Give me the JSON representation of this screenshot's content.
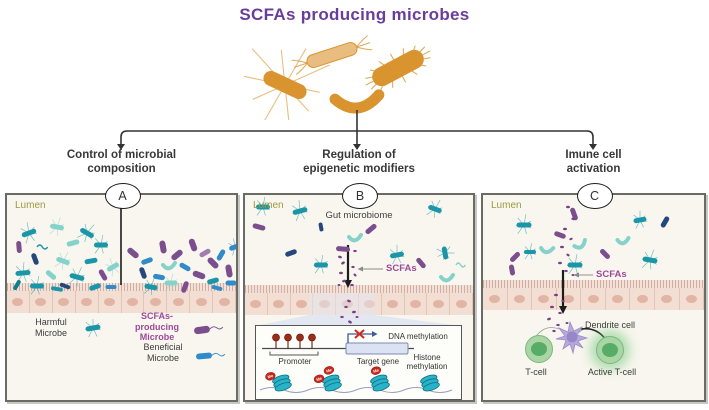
{
  "title": "SCFAs producing microbes",
  "branches": [
    {
      "id": "A",
      "heading": "Control of microbial\ncomposition"
    },
    {
      "id": "B",
      "heading": "Regulation of\nepigenetic modifiers"
    },
    {
      "id": "C",
      "heading": "Imune cell\nactivation"
    }
  ],
  "panels": {
    "a": {
      "lumen": "Lumen",
      "legend": [
        {
          "label": "Harmful\nMicrobe"
        },
        {
          "label": "SCFAs-\nproducing\nMicrobe"
        },
        {
          "label": "Beneficial\nMicrobe"
        }
      ]
    },
    "b": {
      "lumen": "Lumen",
      "gut_label": "Gut microbiome",
      "scfas": "SCFAs",
      "inset": {
        "dna": "DNA methylation",
        "promoter": "Promoter",
        "target": "Target gene",
        "histone": "Histone\nmethylation",
        "me": "Me"
      }
    },
    "c": {
      "lumen": "Lumen",
      "scfas": "SCFAs",
      "dendrite": "Dendrite cell",
      "tcell": "T-cell",
      "active_tcell": "Active T-cell"
    }
  },
  "colors": {
    "title": "#6a3d9c",
    "heading": "#383838",
    "lumen": "#9b9b3f",
    "scfa": "#9c4a9a",
    "panel_bg": "#f8f6ee",
    "cell": "#f3ded4",
    "nucleus": "#e2b4a4",
    "teal": "#1b96a8",
    "cyan": "#85d2cb",
    "dteal": "#0f7d8d",
    "purple": "#7b4e8e",
    "lpurple": "#a07cb0",
    "navy": "#27467e",
    "blue": "#2f8bc9",
    "orange": "#d9942f",
    "lorange": "#e9bd80",
    "scfadot": "#7a3f86",
    "tcell_fill": "#a9d6a4",
    "tcell_nucleus": "#57ad68",
    "dendrite_fill": "#b7a9da",
    "dendrite_nucleus": "#9887c7",
    "histone": "#2ab3c8",
    "histone_dark": "#0c6f81",
    "me_red": "#c9271b",
    "gene_box": "#dbe2f4",
    "lolli": "#9c2c17"
  },
  "microbes": {
    "top": [
      [
        "f2",
        55,
        55,
        46,
        15,
        25,
        "orange"
      ],
      [
        "caps",
        102,
        25,
        52,
        13,
        -18,
        "lorange"
      ],
      [
        "spiky",
        168,
        38,
        56,
        19,
        -28,
        "orange"
      ],
      [
        "c",
        127,
        68,
        44,
        11,
        -3,
        "orange"
      ]
    ],
    "a": [
      [
        "f",
        22,
        38,
        15,
        5,
        -20,
        "teal"
      ],
      [
        "f",
        50,
        32,
        14,
        5,
        10,
        "cyan"
      ],
      [
        "f",
        80,
        38,
        15,
        5,
        30,
        "teal"
      ],
      [
        "r",
        12,
        52,
        12,
        5,
        85,
        "purple"
      ],
      [
        "s",
        38,
        52,
        16,
        4,
        0,
        "teal"
      ],
      [
        "r",
        66,
        48,
        13,
        5,
        -15,
        "cyan"
      ],
      [
        "f",
        94,
        50,
        14,
        5,
        0,
        "teal"
      ],
      [
        "r",
        28,
        64,
        12,
        5,
        70,
        "navy"
      ],
      [
        "f",
        56,
        66,
        14,
        5,
        20,
        "cyan"
      ],
      [
        "r",
        84,
        66,
        13,
        5,
        -10,
        "teal"
      ],
      [
        "f",
        16,
        78,
        15,
        5,
        -5,
        "teal"
      ],
      [
        "r",
        44,
        80,
        12,
        5,
        40,
        "cyan"
      ],
      [
        "f",
        70,
        82,
        15,
        5,
        15,
        "teal"
      ],
      [
        "r",
        96,
        80,
        12,
        5,
        60,
        "purple"
      ],
      [
        "r",
        58,
        91,
        11,
        4,
        20,
        "navy"
      ],
      [
        "f",
        30,
        91,
        14,
        5,
        0,
        "teal"
      ],
      [
        "r",
        88,
        92,
        12,
        5,
        -20,
        "teal"
      ],
      [
        "f",
        106,
        72,
        13,
        5,
        -30,
        "cyan"
      ],
      [
        "r",
        10,
        90,
        11,
        4,
        -60,
        "dteal"
      ],
      [
        "r",
        50,
        94,
        12,
        4,
        10,
        "teal"
      ],
      [
        "r",
        104,
        92,
        11,
        4,
        0,
        "blue"
      ],
      [
        "r",
        126,
        58,
        13,
        6,
        40,
        "purple"
      ],
      [
        "r",
        140,
        66,
        12,
        5,
        -20,
        "blue"
      ],
      [
        "r",
        156,
        52,
        13,
        6,
        80,
        "purple"
      ],
      [
        "c",
        162,
        70,
        12,
        4,
        0,
        "cyan"
      ],
      [
        "r",
        136,
        78,
        12,
        5,
        70,
        "navy"
      ],
      [
        "r",
        152,
        82,
        12,
        5,
        10,
        "blue"
      ],
      [
        "r",
        170,
        60,
        13,
        6,
        -40,
        "purple"
      ],
      [
        "r",
        178,
        72,
        12,
        5,
        30,
        "blue"
      ],
      [
        "r",
        186,
        50,
        13,
        6,
        70,
        "purple"
      ],
      [
        "r",
        198,
        58,
        12,
        5,
        -30,
        "lpurple"
      ],
      [
        "r",
        206,
        68,
        13,
        6,
        45,
        "purple"
      ],
      [
        "r",
        214,
        60,
        12,
        5,
        -60,
        "blue"
      ],
      [
        "r",
        192,
        80,
        13,
        6,
        20,
        "purple"
      ],
      [
        "r",
        206,
        86,
        12,
        5,
        -15,
        "teal"
      ],
      [
        "r",
        222,
        76,
        13,
        6,
        80,
        "purple"
      ],
      [
        "r",
        224,
        88,
        11,
        5,
        0,
        "blue"
      ],
      [
        "f",
        164,
        88,
        13,
        5,
        0,
        "cyan"
      ],
      [
        "f",
        144,
        92,
        13,
        5,
        10,
        "teal"
      ],
      [
        "r",
        178,
        92,
        12,
        5,
        -70,
        "purple"
      ],
      [
        "r",
        210,
        93,
        11,
        4,
        15,
        "blue"
      ],
      [
        "f",
        228,
        52,
        12,
        5,
        -20,
        "blue"
      ]
    ],
    "b": [
      [
        "f",
        18,
        12,
        14,
        5,
        0,
        "teal"
      ],
      [
        "f",
        55,
        16,
        15,
        5,
        -15,
        "teal"
      ],
      [
        "r",
        14,
        32,
        13,
        5,
        15,
        "purple"
      ],
      [
        "r",
        76,
        32,
        9,
        4,
        80,
        "navy"
      ],
      [
        "c",
        110,
        42,
        12,
        4,
        0,
        "cyan"
      ],
      [
        "r",
        126,
        34,
        13,
        5,
        -40,
        "purple"
      ],
      [
        "f",
        190,
        14,
        14,
        5,
        20,
        "teal"
      ],
      [
        "f",
        200,
        58,
        13,
        5,
        80,
        "teal"
      ],
      [
        "r",
        46,
        58,
        12,
        5,
        -20,
        "navy"
      ],
      [
        "r",
        98,
        54,
        14,
        5,
        5,
        "purple"
      ],
      [
        "f",
        76,
        70,
        14,
        5,
        0,
        "teal"
      ],
      [
        "f",
        152,
        60,
        14,
        5,
        -10,
        "teal"
      ],
      [
        "r",
        176,
        68,
        12,
        5,
        50,
        "purple"
      ],
      [
        "c",
        202,
        82,
        12,
        4,
        0,
        "cyan"
      ],
      [
        "s",
        218,
        70,
        14,
        4,
        0,
        "cyan"
      ],
      [
        "d",
        95,
        62,
        4,
        2.5,
        20,
        "scfadot"
      ],
      [
        "d",
        110,
        56,
        3.5,
        2.2,
        0,
        "scfadot"
      ],
      [
        "d",
        98,
        68,
        4,
        2.5,
        -30,
        "scfadot"
      ],
      [
        "d",
        108,
        72,
        3.5,
        2.2,
        10,
        "scfadot"
      ],
      [
        "d",
        96,
        78,
        4,
        2.5,
        0,
        "scfadot"
      ],
      [
        "d",
        110,
        80,
        3.5,
        2.2,
        40,
        "scfadot"
      ],
      [
        "d",
        99,
        86,
        4,
        2.5,
        -20,
        "scfadot"
      ],
      [
        "d",
        107,
        90,
        3.5,
        2.2,
        0,
        "scfadot"
      ],
      [
        "d",
        94,
        90,
        3,
        2,
        0,
        "scfadot"
      ],
      [
        "d",
        104,
        106,
        4,
        2.5,
        20,
        "scfadot"
      ],
      [
        "d",
        101,
        112,
        3.5,
        2.2,
        0,
        "scfadot"
      ],
      [
        "d",
        109,
        117,
        4,
        2.5,
        -10,
        "scfadot"
      ],
      [
        "d",
        97,
        122,
        3.5,
        2.2,
        0,
        "scfadot"
      ],
      [
        "d",
        105,
        127,
        4,
        2.5,
        30,
        "scfadot"
      ],
      [
        "d",
        112,
        122,
        3,
        2,
        0,
        "scfadot"
      ]
    ],
    "c": [
      [
        "r",
        91,
        19,
        13,
        5,
        70,
        "purple"
      ],
      [
        "f",
        41,
        30,
        15,
        5,
        0,
        "teal"
      ],
      [
        "r",
        182,
        27,
        12,
        5,
        -60,
        "navy"
      ],
      [
        "r",
        77,
        40,
        12,
        5,
        20,
        "purple"
      ],
      [
        "c",
        64,
        54,
        12,
        4,
        10,
        "cyan"
      ],
      [
        "c",
        97,
        49,
        12,
        4,
        -20,
        "cyan"
      ],
      [
        "f",
        47,
        57,
        12,
        4,
        0,
        "teal"
      ],
      [
        "r",
        32,
        62,
        12,
        5,
        -45,
        "purple"
      ],
      [
        "r",
        122,
        59,
        12,
        5,
        45,
        "purple"
      ],
      [
        "f",
        92,
        70,
        15,
        5,
        0,
        "teal"
      ],
      [
        "f",
        167,
        65,
        15,
        5,
        10,
        "teal"
      ],
      [
        "r",
        29,
        75,
        11,
        5,
        80,
        "purple"
      ],
      [
        "f",
        157,
        25,
        13,
        5,
        -10,
        "teal"
      ],
      [
        "c",
        140,
        45,
        11,
        4,
        0,
        "cyan"
      ],
      [
        "d",
        85,
        12,
        4,
        2.5,
        0,
        "scfadot"
      ],
      [
        "d",
        90,
        24,
        3.5,
        2.2,
        20,
        "scfadot"
      ],
      [
        "d",
        82,
        34,
        4,
        2.5,
        0,
        "scfadot"
      ],
      [
        "d",
        88,
        44,
        3.5,
        2.2,
        -20,
        "scfadot"
      ],
      [
        "d",
        79,
        52,
        4,
        2.5,
        0,
        "scfadot"
      ],
      [
        "d",
        85,
        60,
        3.5,
        2.2,
        30,
        "scfadot"
      ],
      [
        "d",
        77,
        68,
        4,
        2.5,
        0,
        "scfadot"
      ],
      [
        "d",
        83,
        76,
        3.5,
        2.2,
        0,
        "scfadot"
      ],
      [
        "d",
        90,
        80,
        3,
        2,
        0,
        "scfadot"
      ],
      [
        "d",
        73,
        100,
        4,
        2.5,
        0,
        "scfadot"
      ],
      [
        "d",
        80,
        106,
        3.5,
        2.2,
        20,
        "scfadot"
      ],
      [
        "d",
        69,
        112,
        4,
        2.5,
        0,
        "scfadot"
      ],
      [
        "d",
        77,
        118,
        3.5,
        2.2,
        0,
        "scfadot"
      ],
      [
        "d",
        66,
        124,
        4,
        2.5,
        -20,
        "scfadot"
      ],
      [
        "d",
        75,
        130,
        3.5,
        2.2,
        0,
        "scfadot"
      ],
      [
        "d",
        84,
        128,
        3,
        2,
        0,
        "scfadot"
      ],
      [
        "d",
        71,
        136,
        3.5,
        2.2,
        10,
        "scfadot"
      ]
    ],
    "legend_harmful": [
      [
        "f",
        16,
        9,
        15,
        5,
        -10,
        "teal"
      ]
    ],
    "legend_scfa": [
      [
        "t",
        13,
        9,
        16,
        7,
        -8,
        "purple"
      ]
    ],
    "legend_beneficial": [
      [
        "t",
        13,
        9,
        16,
        6,
        -5,
        "blue"
      ]
    ]
  }
}
